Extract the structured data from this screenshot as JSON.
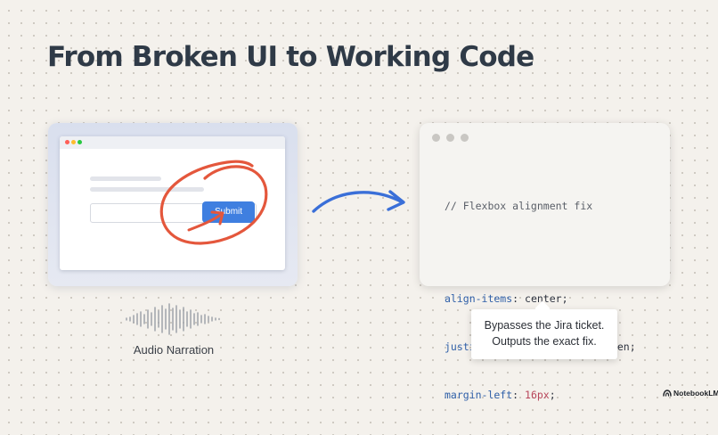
{
  "slide": {
    "title": "From Broken UI to Working Code"
  },
  "mockup": {
    "button_label": "Submit",
    "window_dot_colors": [
      "#ff5f57",
      "#febc2e",
      "#28c840"
    ],
    "accent_color": "#3f7fe0",
    "annotation_color": "#e4573c"
  },
  "audio": {
    "label": "Audio Narration",
    "icon": "waveform-icon"
  },
  "arrow": {
    "icon": "curved-arrow-icon",
    "color": "#3a6fd8"
  },
  "code_panel": {
    "comment": "// Flexbox alignment fix",
    "lines": [
      {
        "property": "align-items",
        "value": "center"
      },
      {
        "property": "justify-content",
        "value": "space-between"
      },
      {
        "property": "margin-left",
        "value": "16px"
      }
    ]
  },
  "callout": {
    "line1": "Bypasses the Jira ticket.",
    "line2": "Outputs the exact fix."
  },
  "brand": {
    "name": "NotebookLM",
    "icon": "notebooklm-logo-icon"
  }
}
